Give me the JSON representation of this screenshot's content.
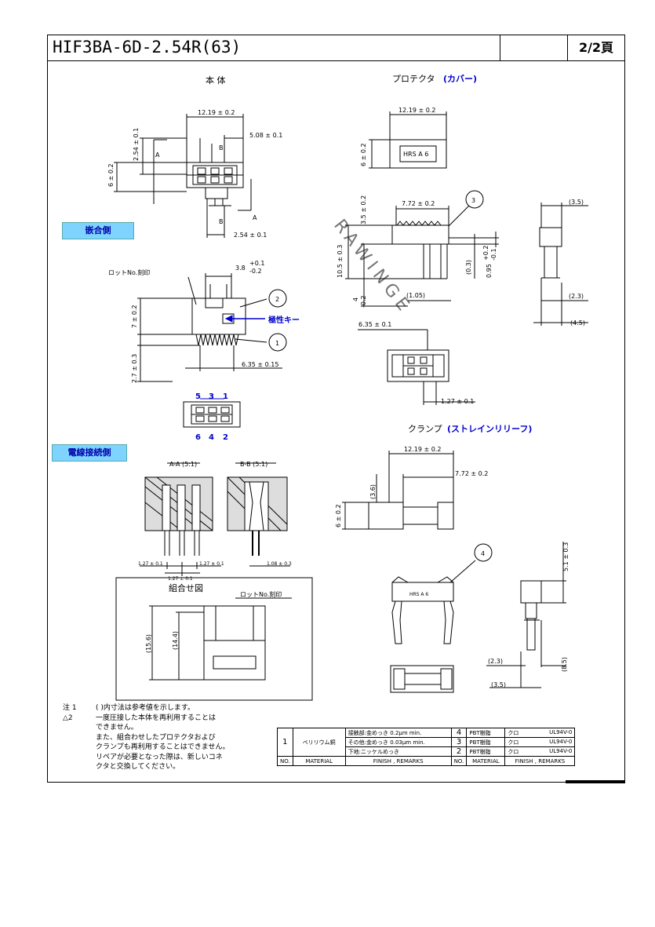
{
  "header": {
    "title": "HIF3BA-6D-2.54R(63)",
    "page": "2/2頁"
  },
  "sections": {
    "body": "本 体",
    "protector": "プロテクタ",
    "protector_sub": "(カバー)",
    "mating_side": "嵌合側",
    "wire_side": "電線接続側",
    "clamp": "クランプ",
    "clamp_sub": "(ストレインリリーフ)",
    "assembly": "組合せ図",
    "section_aa": "A-A (5:1)",
    "section_bb": "B-B (5:1)"
  },
  "dims": {
    "w1219": "12.19 ± 0.2",
    "d508": "5.08 ± 0.1",
    "d254v": "2.54 ± 0.1",
    "d6": "6 ± 0.2",
    "d254h": "2.54 ± 0.1",
    "d38": "3.8",
    "d38tol1": "+0.1",
    "d38tol2": "-0.2",
    "d7": "7 ± 0.2",
    "d27": "2.7 ± 0.3",
    "d635": "6.35 ± 0.15",
    "p1219": "12.19 ± 0.2",
    "p6": "6 ± 0.2",
    "p772": "7.72 ± 0.2",
    "p35top": "3.5 ± 0.2",
    "p105": "10.5 ± 0.3",
    "p4": "4",
    "p4tol": "-0.2",
    "p105b": "(1.05)",
    "p03": "(0.3)",
    "p095": "0.95",
    "p095tol1": "+0.2",
    "p095tol2": "-0.1",
    "p635": "6.35 ± 0.1",
    "p127": "1.27 ± 0.1",
    "s35": "(3.5)",
    "s23": "(2.3)",
    "s45": "(4.5)",
    "aa127a": "1.27 ± 0.1",
    "aa127b": "1.27 ± 0.1",
    "aa127c": "1.27 ± 0.1",
    "bb108": "1.08 ± 0.3",
    "c1219": "12.19 ± 0.2",
    "c772": "7.72 ± 0.2",
    "c36": "(3.6)",
    "c6": "6 ± 0.2",
    "c51": "5.1 ± 0.3",
    "c23": "(2.3)",
    "c35": "(3.5)",
    "c85": "(8.5)",
    "asm156": "(15.6)",
    "asm144": "(14.4)"
  },
  "labels": {
    "lot": "ロットNo.刻印",
    "lot2": "ロットNo.刻印",
    "polarity": "極性キー",
    "a": "A",
    "b": "B",
    "pin5": "5",
    "pin3": "3",
    "pin1": "1",
    "pin6": "6",
    "pin4": "4",
    "pin2": "2",
    "callout1": "1",
    "callout2": "2",
    "callout3": "3",
    "callout4": "4",
    "hrs": "HRS",
    "a6": "A 6",
    "hrs_small": "HRS  A 6",
    "watermark": "RAWINGE"
  },
  "notes": {
    "n1_key": "注 1",
    "n1": "( )内寸法は参考値を示します。",
    "n2_key": "△2",
    "n2_lines": [
      "一度圧接した本体を再利用することは",
      "できません。",
      "また、組合わせしたプロテクタおよび",
      "クランプも再利用することはできません。",
      "リペアが必要となった際は、新しいコネ",
      "クタと交換してください。"
    ]
  },
  "bom": {
    "rows": [
      {
        "no": "1",
        "material": "ベリリウム銅",
        "finish": "接触部:金めっき 0.2μm min.",
        "no2": "4",
        "mat2": "PBT樹脂",
        "fin2": "クロ",
        "rem2": "UL94V-0"
      },
      {
        "no": "",
        "material": "",
        "finish": "その他:金めっき 0.03μm min.",
        "no2": "3",
        "mat2": "PBT樹脂",
        "fin2": "クロ",
        "rem2": "UL94V-0"
      },
      {
        "no": "",
        "material": "",
        "finish": "下地:ニッケルめっき",
        "no2": "2",
        "mat2": "PBT樹脂",
        "fin2": "クロ",
        "rem2": "UL94V-0"
      }
    ],
    "head": {
      "no": "NO.",
      "material": "MATERIAL",
      "finish": "FINISH , REMARKS",
      "no2": "NO.",
      "mat2": "MATERIAL",
      "fin2": "FINISH , REMARKS"
    }
  }
}
